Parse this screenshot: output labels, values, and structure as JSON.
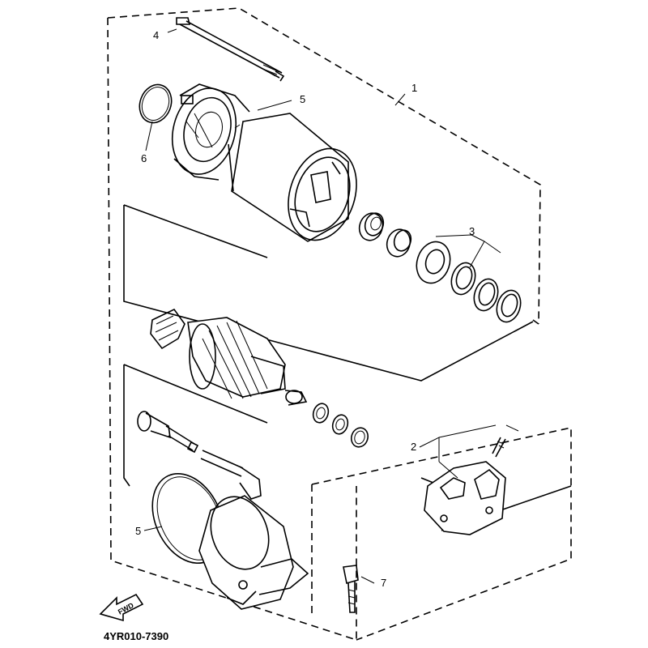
{
  "diagram": {
    "drawing_code": "4YR010-7390",
    "direction_label": "FWD",
    "callouts": {
      "c1": "1",
      "c2": "2",
      "c3": "3",
      "c4": "4",
      "c5_top": "5",
      "c5_bottom": "5",
      "c6": "6",
      "c7": "7"
    }
  }
}
